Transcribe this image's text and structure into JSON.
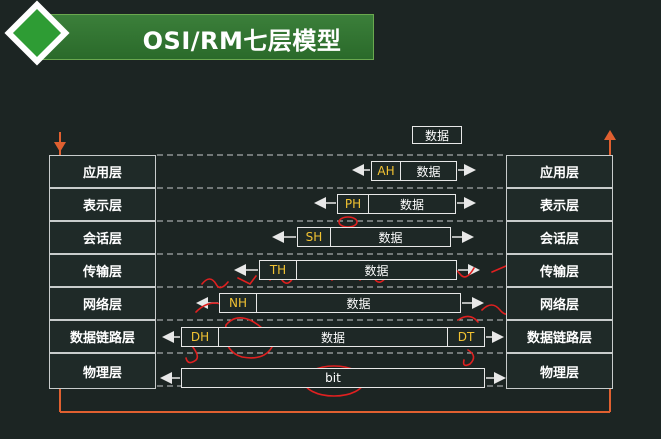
{
  "title": "OSI/RM七层模型",
  "top_data_label": "数据",
  "layers": [
    {
      "name": "应用层"
    },
    {
      "name": "表示层"
    },
    {
      "name": "会话层"
    },
    {
      "name": "传输层"
    },
    {
      "name": "网络层"
    },
    {
      "name": "数据链路层"
    },
    {
      "name": "物理层"
    }
  ],
  "pdus": [
    {
      "header": "AH",
      "payload": "数据"
    },
    {
      "header": "PH",
      "payload": "数据"
    },
    {
      "header": "SH",
      "payload": "数据"
    },
    {
      "header": "TH",
      "payload": "数据"
    },
    {
      "header": "NH",
      "payload": "数据"
    },
    {
      "header": "DH",
      "payload": "数据",
      "trailer": "DT"
    },
    {
      "payload": "bit"
    }
  ],
  "colors": {
    "background": "#1c2523",
    "header_text": "#f1c232",
    "flow_line": "#e06030",
    "annotation": "#e02020",
    "title_green": "#2e9c34"
  }
}
